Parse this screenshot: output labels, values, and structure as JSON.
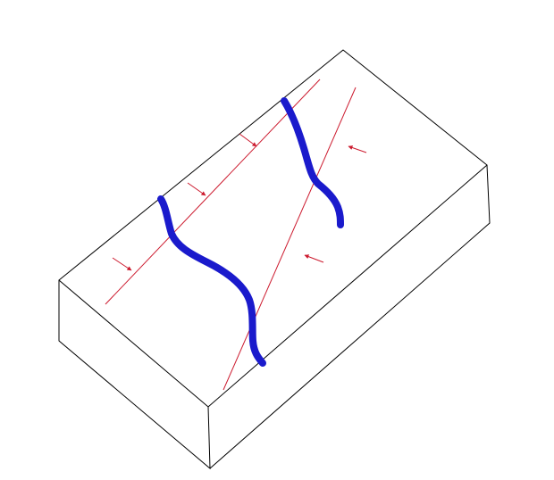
{
  "diagram": {
    "colors": {
      "background": "#ffffff",
      "block_outline": "#000000",
      "fault_line": "#cc1a2e",
      "arrow": "#cc1a2e",
      "river": "#1a1acc"
    },
    "elements": {
      "block": "rectangular-block-isometric",
      "fault_lines": [
        "fault-line-1",
        "fault-line-2"
      ],
      "rivers": [
        "river-left",
        "river-right"
      ],
      "arrows": [
        "arrow-1",
        "arrow-2",
        "arrow-3",
        "arrow-4",
        "arrow-5"
      ]
    }
  }
}
